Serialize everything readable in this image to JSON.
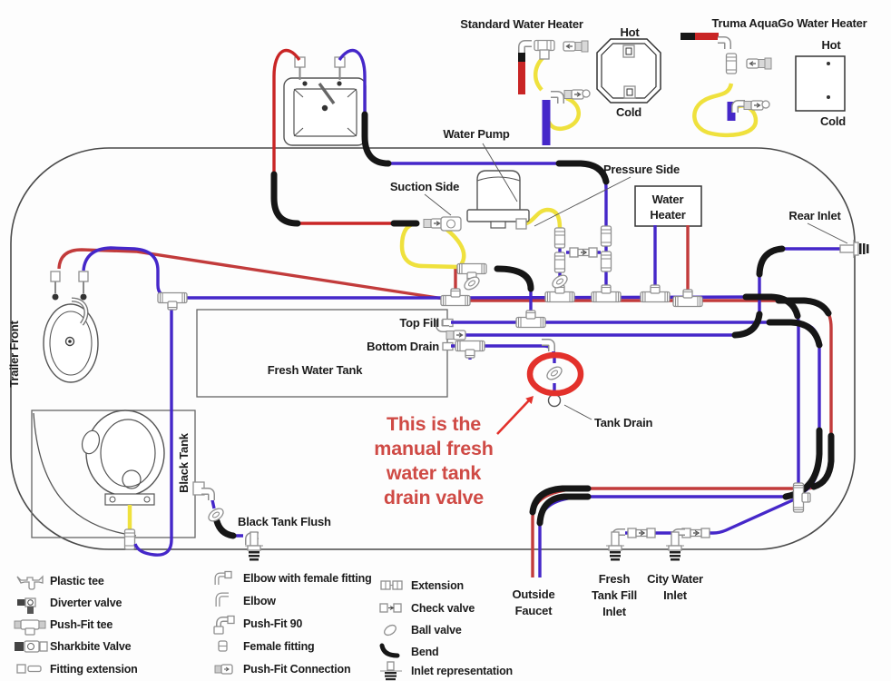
{
  "labels": {
    "standard_water_heater": "Standard Water Heater",
    "truma_water_heater": "Truma AquaGo Water Heater",
    "hot_octagon": "Hot",
    "cold_octagon": "Cold",
    "hot_tank": "Hot",
    "cold_tank": "Cold",
    "water_pump": "Water Pump",
    "suction_side": "Suction Side",
    "pressure_side": "Pressure Side",
    "water_heater_line1": "Water",
    "water_heater_line2": "Heater",
    "rear_inlet": "Rear Inlet",
    "trailer_front": "Trailer Front",
    "top_fill": "Top Fill",
    "bottom_drain": "Bottom Drain",
    "fresh_water_tank": "Fresh Water Tank",
    "black_tank": "Black Tank",
    "black_tank_flush": "Black Tank Flush",
    "tank_drain": "Tank Drain",
    "annotation": [
      "This is the",
      "manual fresh",
      "water tank",
      "drain valve"
    ],
    "outside_faucet": [
      "Outside",
      "Faucet"
    ],
    "fresh_tank_fill_inlet": [
      "Fresh",
      "Tank Fill",
      "Inlet"
    ],
    "city_water_inlet": [
      "City Water",
      "Inlet"
    ]
  },
  "legend": {
    "col1": [
      {
        "icon": "plastic-tee-icon",
        "label": "Plastic tee"
      },
      {
        "icon": "diverter-valve-icon",
        "label": "Diverter valve"
      },
      {
        "icon": "push-fit-tee-icon",
        "label": "Push-Fit tee"
      },
      {
        "icon": "sharkbite-valve-icon",
        "label": "Sharkbite Valve"
      },
      {
        "icon": "fitting-extension-icon",
        "label": "Fitting extension"
      }
    ],
    "col2": [
      {
        "icon": "elbow-female-fitting-icon",
        "label": "Elbow with female fitting"
      },
      {
        "icon": "elbow-icon",
        "label": "Elbow"
      },
      {
        "icon": "push-fit-90-icon",
        "label": "Push-Fit 90"
      },
      {
        "icon": "female-fitting-icon",
        "label": "Female fitting"
      },
      {
        "icon": "push-fit-connection-icon",
        "label": "Push-Fit Connection"
      }
    ],
    "col3": [
      {
        "icon": "extension-icon",
        "label": "Extension"
      },
      {
        "icon": "check-valve-icon",
        "label": "Check valve"
      },
      {
        "icon": "ball-valve-icon",
        "label": "Ball valve"
      },
      {
        "icon": "bend-icon",
        "label": "Bend"
      },
      {
        "icon": "inlet-representation-icon",
        "label": "Inlet representation"
      }
    ]
  },
  "colors": {
    "hot": "#c23b3b",
    "hot_bright": "#c92525",
    "cold": "#4527c9",
    "hose": "#efe13d",
    "bend": "#161616",
    "highlight": "#e3312b",
    "annotation_text": "#cf4a45",
    "fitting": "#8f8f8f"
  }
}
